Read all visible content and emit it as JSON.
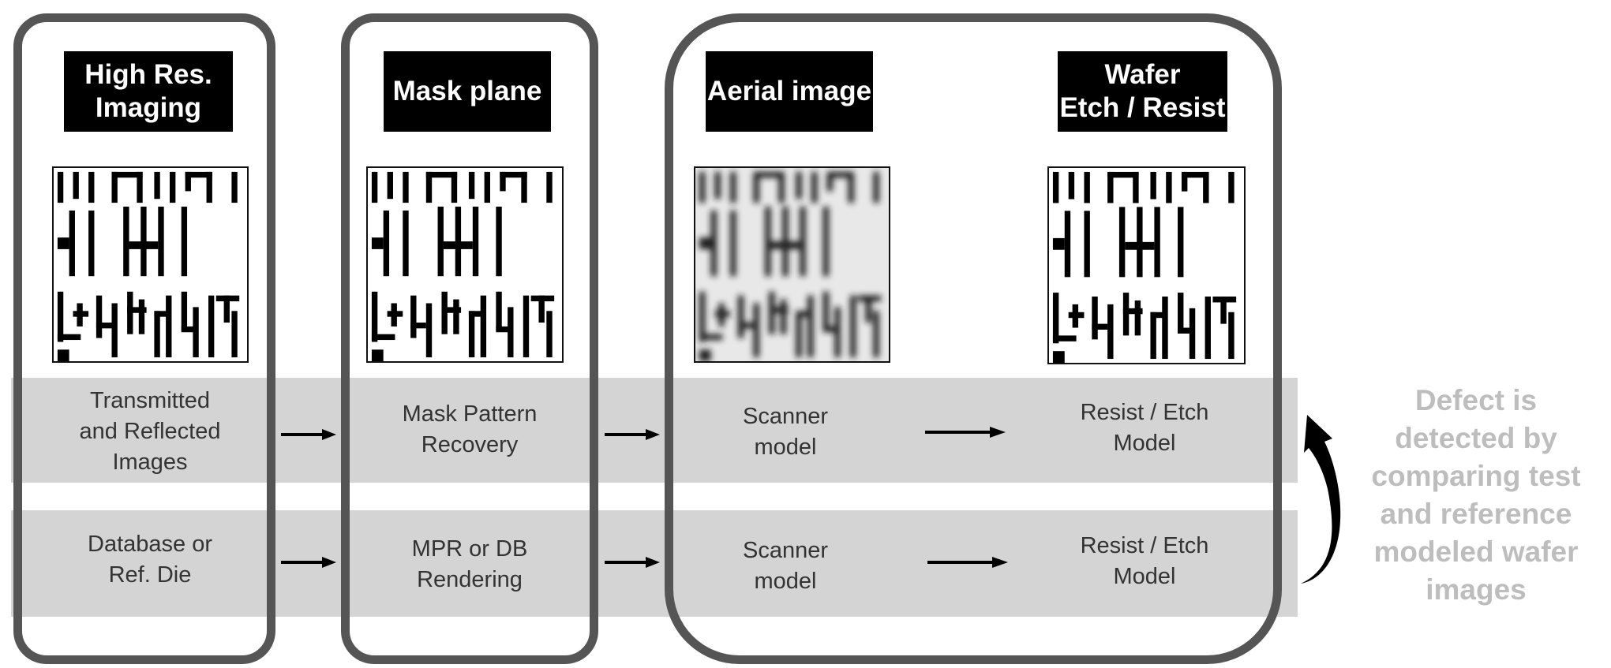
{
  "stages": [
    {
      "header": "High Res.\nImaging"
    },
    {
      "header": "Mask plane"
    },
    {
      "header": "Aerial image"
    },
    {
      "header": "Wafer\nEtch / Resist"
    }
  ],
  "test_row": [
    "Transmitted\nand Reflected\nImages",
    "Mask Pattern\nRecovery",
    "Scanner\nmodel",
    "Resist / Etch\nModel"
  ],
  "reference_row": [
    "Database or\nRef. Die",
    "MPR or DB\nRendering",
    "Scanner\nmodel",
    "Resist / Etch\nModel"
  ],
  "side_note": "Defect  is\ndetected by\ncomparing test\nand reference\nmodeled wafer\nimages",
  "colors": {
    "frame": "#555555",
    "band": "#d4d4d4",
    "side_note": "#bdbdbd"
  }
}
